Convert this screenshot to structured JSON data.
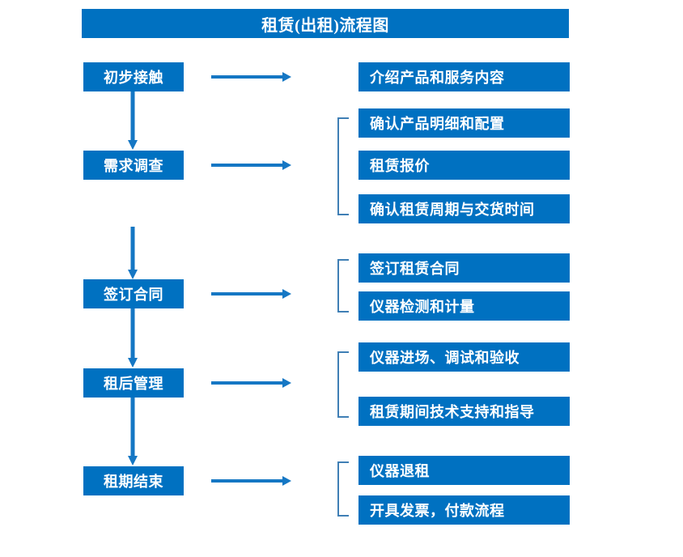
{
  "diagram": {
    "title": "租赁(出租)流程图",
    "colors": {
      "box_fill": "#0071c1",
      "box_text": "#ffffff",
      "arrow": "#1577c4",
      "bracket": "#3f7fb5",
      "background": "#ffffff"
    },
    "stages": [
      {
        "id": "stage-1",
        "label": "初步接触",
        "details": [
          "介绍产品和服务内容"
        ],
        "has_bracket": false
      },
      {
        "id": "stage-2",
        "label": "需求调查",
        "details": [
          "确认产品明细和配置",
          "租赁报价",
          "确认租赁周期与交货时间"
        ],
        "has_bracket": true
      },
      {
        "id": "stage-3",
        "label": "签订合同",
        "details": [
          "签订租赁合同",
          "仪器检测和计量"
        ],
        "has_bracket": true
      },
      {
        "id": "stage-4",
        "label": "租后管理",
        "details": [
          "仪器进场、调试和验收",
          "租赁期间技术支持和指导"
        ],
        "has_bracket": true
      },
      {
        "id": "stage-5",
        "label": "租期结束",
        "details": [
          "仪器退租",
          "开具发票，付款流程"
        ],
        "has_bracket": true
      }
    ],
    "icons": {
      "flow_arrow_right": "right-arrow-icon",
      "flow_arrow_down": "down-arrow-icon",
      "group_bracket": "bracket-icon"
    }
  }
}
